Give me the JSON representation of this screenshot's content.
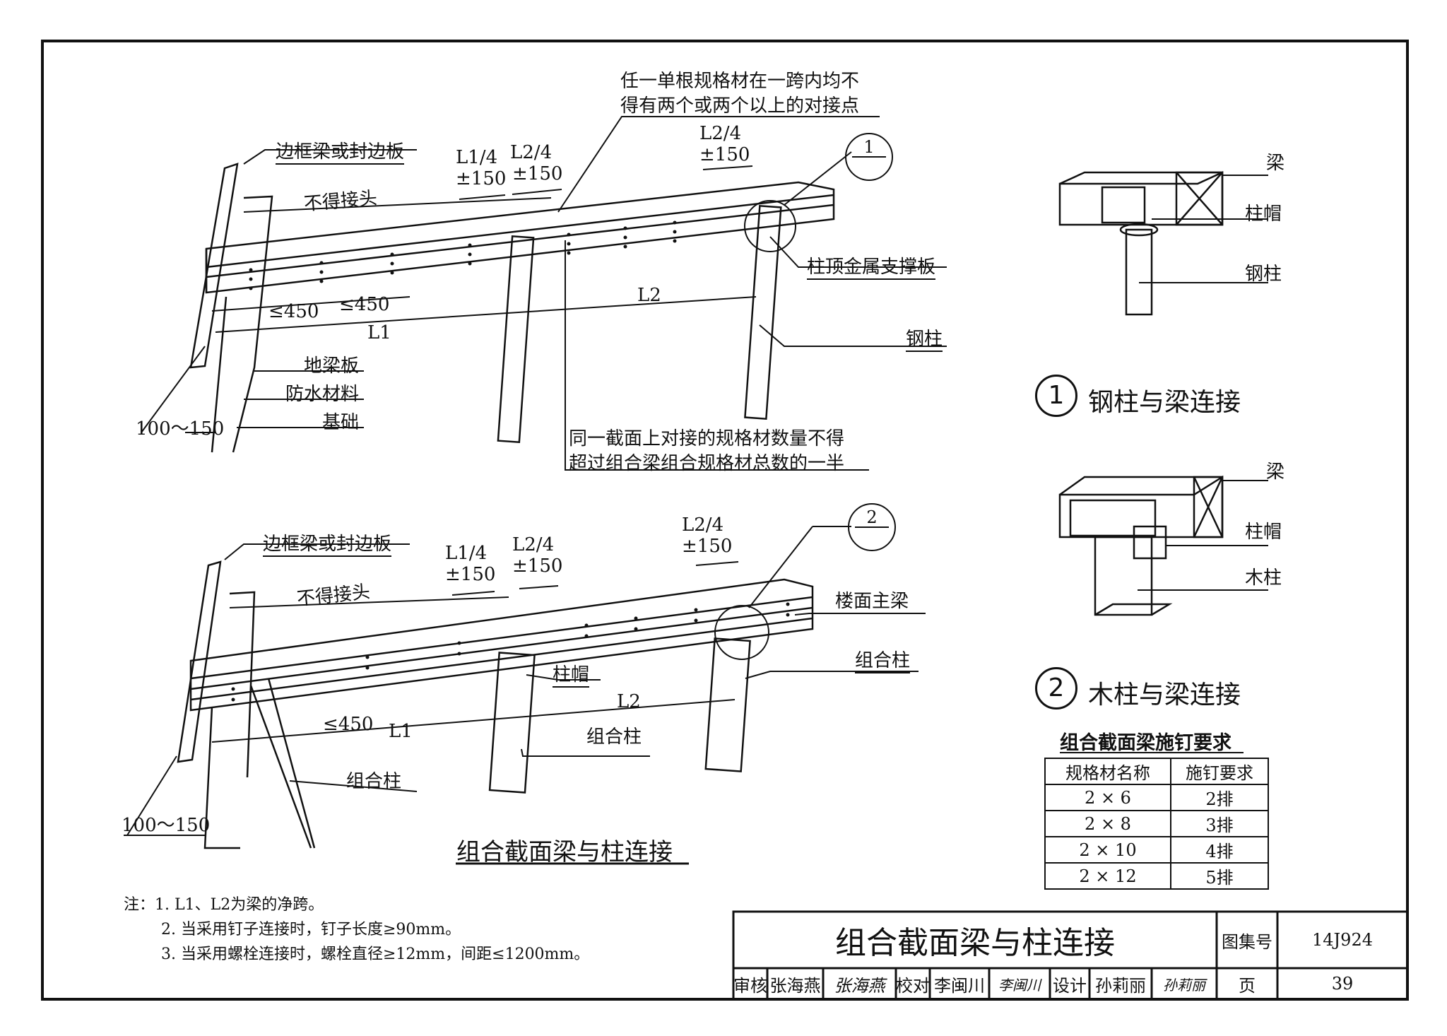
{
  "diagram1": {
    "edge_beam": "边框梁或封边板",
    "no_joint": "不得接头",
    "dim_l1_4": "L1/4",
    "dim_pm150_a": "±150",
    "dim_l2_4_a": "L2/4",
    "dim_pm150_b": "±150",
    "dim_l2_4_b": "L2/4",
    "dim_pm150_c": "±150",
    "note_top_line1": "任一单根规格材在一跨内均不",
    "note_top_line2": "得有两个或两个以上的对接点",
    "bubble_top": "1",
    "bubble_bot": "—",
    "plate": "柱顶金属支撑板",
    "le450_a": "≤450",
    "le450_b": "≤450",
    "L1": "L1",
    "L2": "L2",
    "steel_col": "钢柱",
    "ground_beam": "地梁板",
    "waterproof": "防水材料",
    "foundation": "基础",
    "dim_100_150": "100～150",
    "note_mid_line1": "同一截面上对接的规格材数量不得",
    "note_mid_line2": "超过组合梁组合规格材总数的一半"
  },
  "diagram2": {
    "edge_beam": "边框梁或封边板",
    "no_joint": "不得接头",
    "dim_l1_4": "L1/4",
    "dim_pm150_a": "±150",
    "dim_l2_4_a": "L2/4",
    "dim_pm150_b": "±150",
    "dim_l2_4_b": "L2/4",
    "dim_pm150_c": "±150",
    "bubble_top": "2",
    "bubble_bot": "—",
    "main_beam": "楼面主梁",
    "comp_col_a": "组合柱",
    "cap": "柱帽",
    "L2": "L2",
    "le450": "≤450",
    "L1": "L1",
    "comp_col_b": "组合柱",
    "comp_col_c": "组合柱",
    "dim_100_150": "100～150",
    "caption": "组合截面梁与柱连接"
  },
  "detail1": {
    "beam": "梁",
    "cap": "柱帽",
    "steel_col": "钢柱",
    "num": "1",
    "title": "钢柱与梁连接"
  },
  "detail2": {
    "beam": "梁",
    "cap": "柱帽",
    "wood_col": "木柱",
    "num": "2",
    "title": "木柱与梁连接"
  },
  "nail_table": {
    "title": "组合截面梁施钉要求",
    "headers": [
      "规格材名称",
      "施钉要求"
    ],
    "rows": [
      [
        "2 × 6",
        "2排"
      ],
      [
        "2 × 8",
        "3排"
      ],
      [
        "2 × 10",
        "4排"
      ],
      [
        "2 × 12",
        "5排"
      ]
    ]
  },
  "notes": {
    "line1": "注：1. L1、L2为梁的净跨。",
    "line2": "2. 当采用钉子连接时，钉子长度≥90mm。",
    "line3": "3. 当采用螺栓连接时，螺栓直径≥12mm，间距≤1200mm。"
  },
  "title_block": {
    "title": "组合截面梁与柱连接",
    "atlas_label": "图集号",
    "atlas_no": "14J924",
    "review": "审核",
    "reviewer": "张海燕",
    "reviewer_sig": "张海燕",
    "check": "校对",
    "checker": "李闽川",
    "checker_sig": "李闽川",
    "design": "设计",
    "designer": "孙莉丽",
    "designer_sig": "孙莉丽",
    "page_label": "页",
    "page_no": "39"
  }
}
